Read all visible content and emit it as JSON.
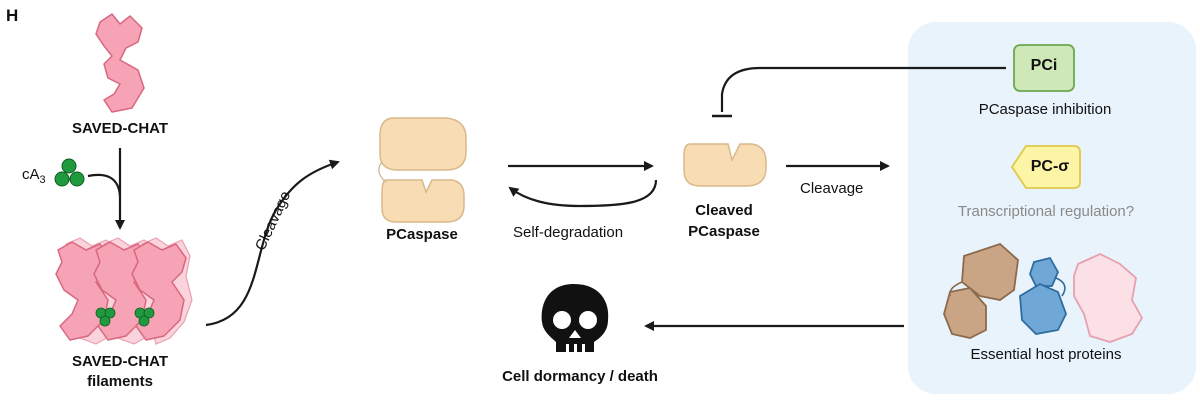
{
  "panel_letter": "H",
  "saved_chat": {
    "label": "SAVED-CHAT"
  },
  "ca3": {
    "prefix": "cA",
    "subscript": "3"
  },
  "filaments": {
    "line1": "SAVED-CHAT",
    "line2": "filaments"
  },
  "arrows": {
    "cleavage_1": "Cleavage",
    "self_degradation": "Self-degradation",
    "cleavage_2": "Cleavage"
  },
  "pcaspase": {
    "label": "PCaspase"
  },
  "cleaved": {
    "line1": "Cleaved",
    "line2": "PCaspase"
  },
  "outcomes": {
    "pci": {
      "badge": "PCi",
      "caption": "PCaspase inhibition"
    },
    "pc_sigma": {
      "badge": "PC-σ",
      "caption": "Transcriptional regulation?"
    },
    "host": {
      "caption": "Essential host proteins"
    }
  },
  "death": {
    "label": "Cell dormancy / death"
  },
  "colors": {
    "pink_fill": "#f5a3b5",
    "pink_stroke": "#d9677f",
    "peach_fill": "#f8dcb4",
    "peach_stroke": "#d9b889",
    "green": "#1f9a3e",
    "panel_bg": "#e8f3fb",
    "pci_fill": "#cfe8b8",
    "pci_stroke": "#6aa84f",
    "sigma_fill": "#fdf5a6",
    "sigma_stroke": "#e0c84a",
    "brown_fill": "#c9a585",
    "brown_stroke": "#8c6a4b",
    "blue_fill": "#6fa8d6",
    "blue_stroke": "#2f6c9e",
    "lightpink_fill": "#fbe0e6",
    "lightpink_stroke": "#e8a0b0",
    "gray_text": "#8a8a8a"
  }
}
